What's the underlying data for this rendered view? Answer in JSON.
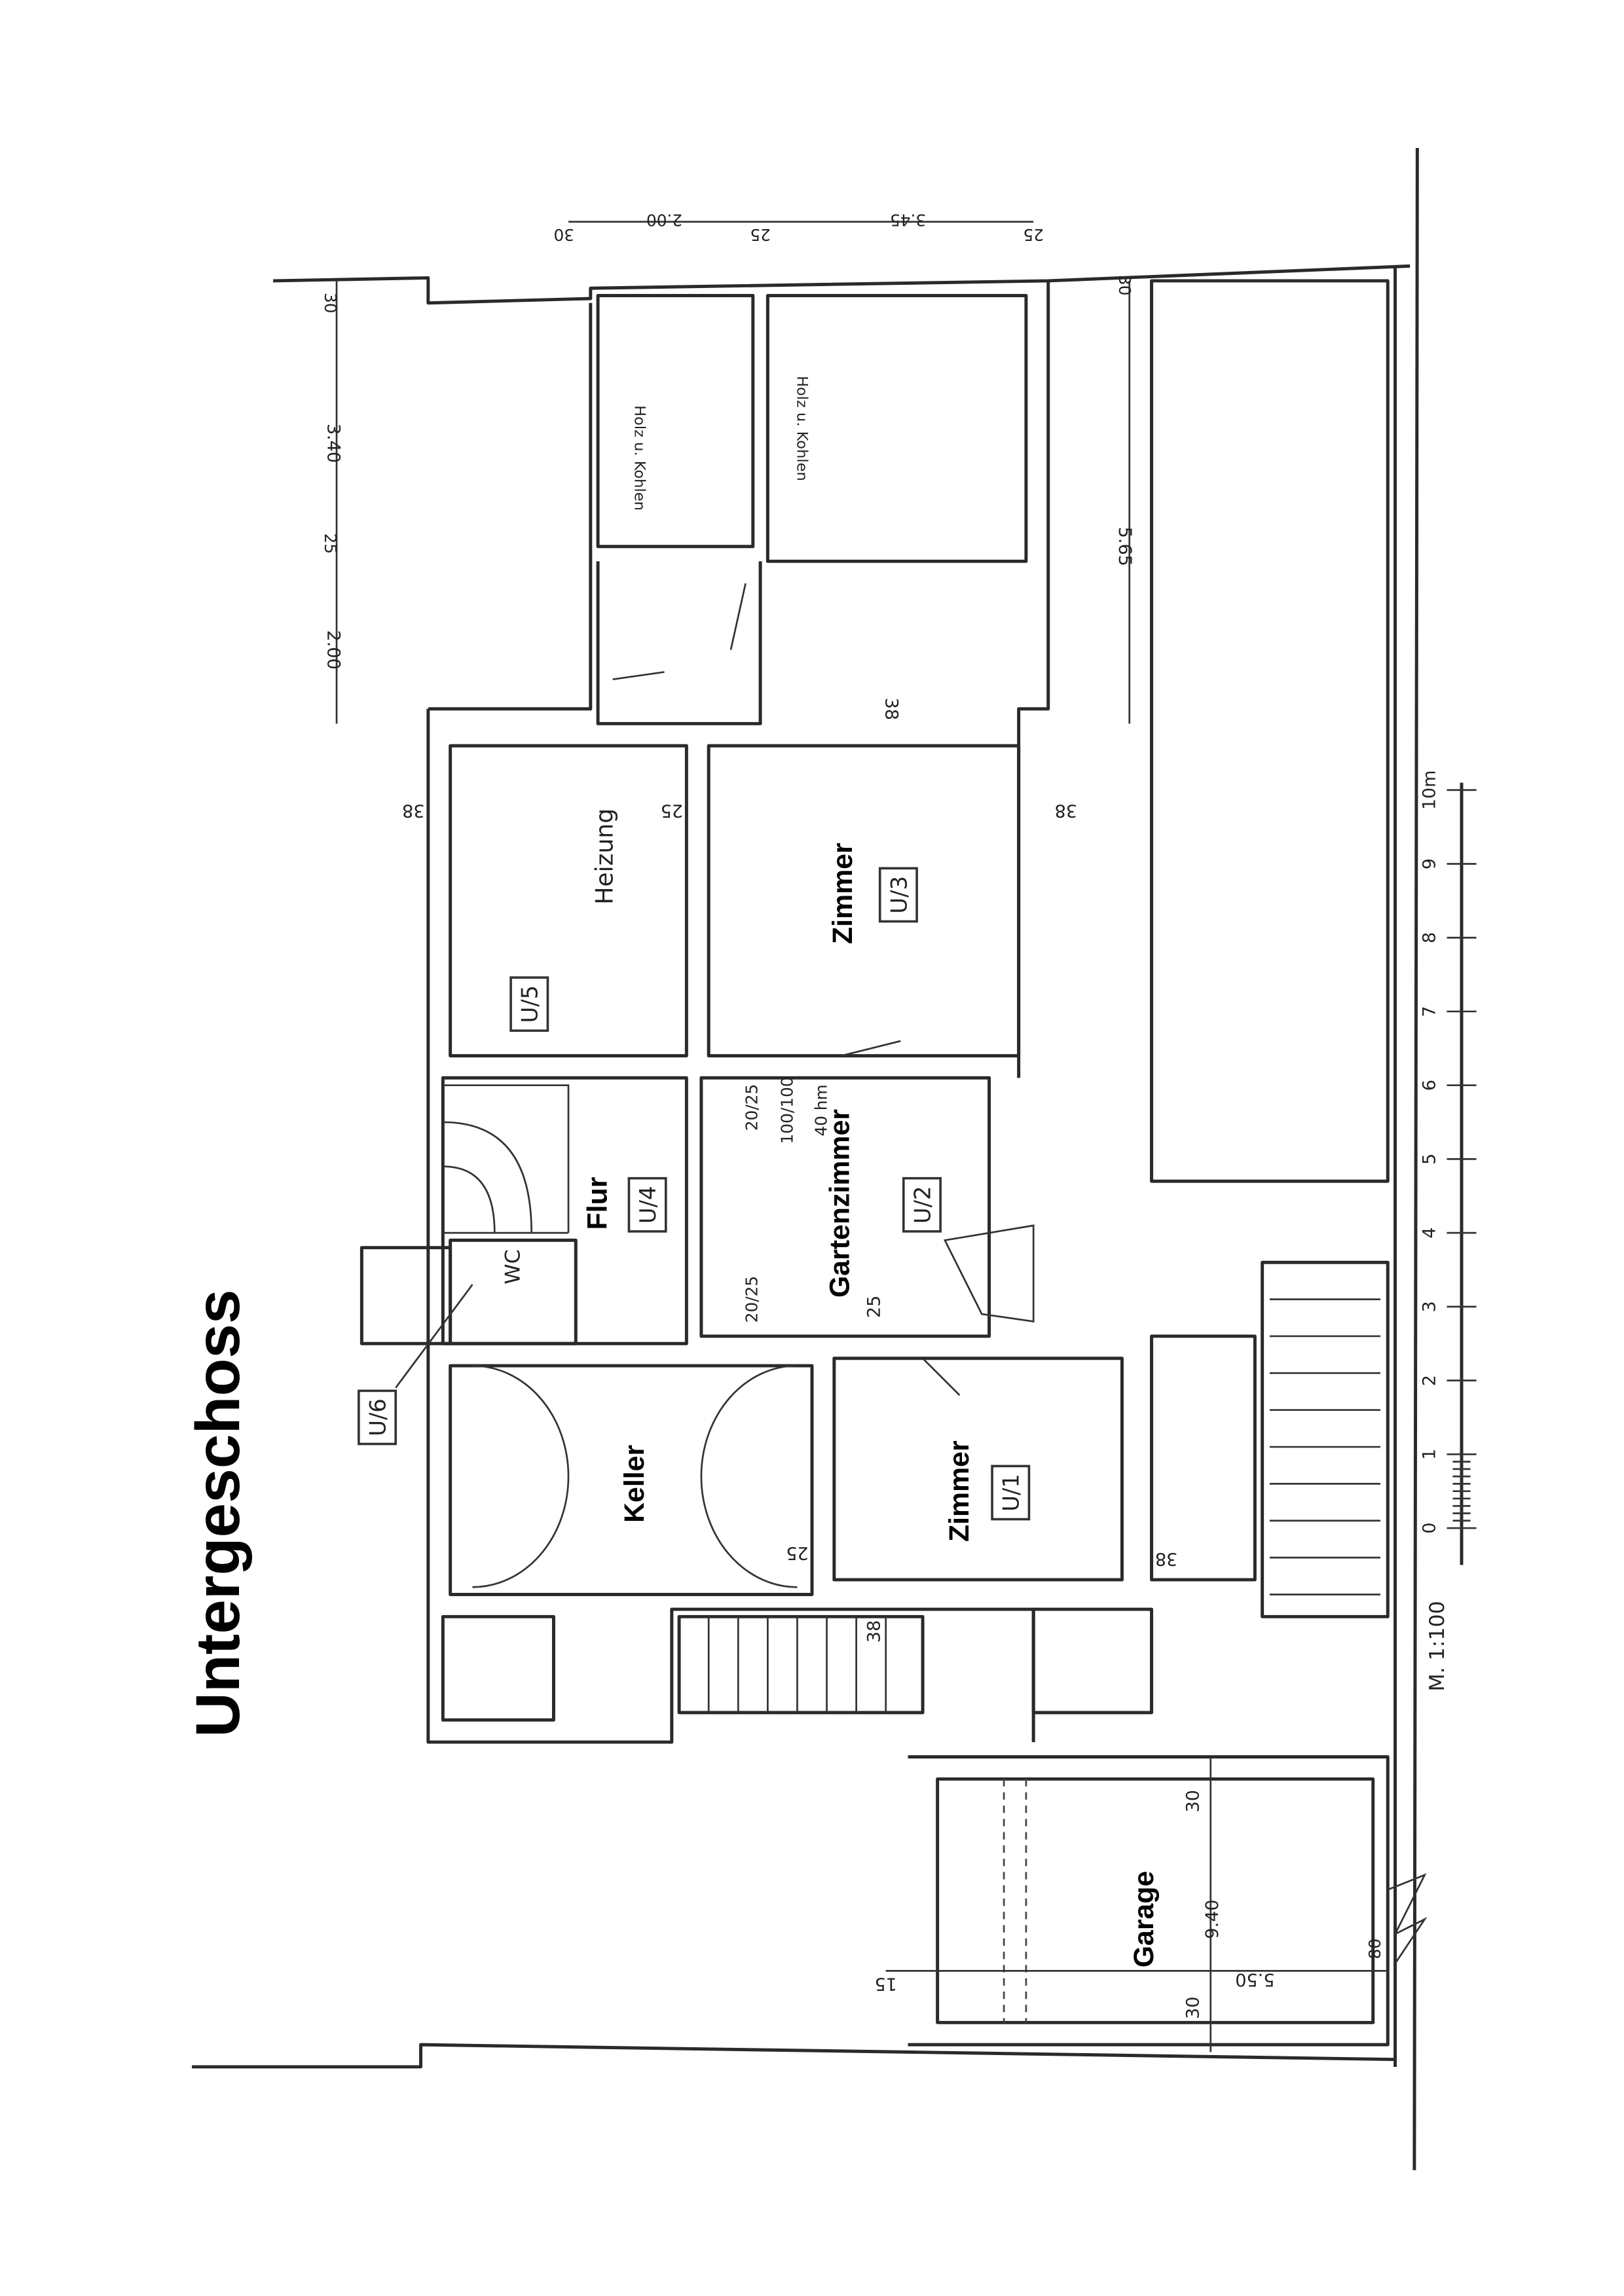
{
  "title": "Untergeschoss",
  "rooms": {
    "zimmer_u3": {
      "name": "Zimmer",
      "code": "U/3"
    },
    "gartenzimmer": {
      "name": "Gartenzimmer",
      "code": "U/2"
    },
    "flur": {
      "name": "Flur",
      "code": "U/4"
    },
    "keller": {
      "name": "Keller"
    },
    "zimmer_u1": {
      "name": "Zimmer",
      "code": "U/1"
    },
    "garage": {
      "name": "Garage"
    },
    "heizung": {
      "name": "Heizung",
      "code": "U/5"
    },
    "wc": {
      "name": "WC",
      "code": "U/6"
    },
    "holz1": {
      "name": "Holz u. Kohlen"
    },
    "holz2": {
      "name": "Holz u. Kohlen"
    }
  },
  "dimensions": {
    "top": [
      "30",
      "2.00",
      "25",
      "3.45",
      "25"
    ],
    "left": [
      "30",
      "3.40",
      "25",
      "2.00"
    ],
    "right": [
      "30",
      "5.65"
    ],
    "walls": [
      "38",
      "25",
      "38",
      "38",
      "25",
      "38",
      "38",
      "25"
    ],
    "openings": [
      "20/25",
      "100/100",
      "40 hm",
      "20/25"
    ],
    "garage": [
      "30",
      "9.40",
      "5.50",
      "30",
      "15",
      "80"
    ]
  },
  "scale": {
    "label": "M. 1:100",
    "ticks": [
      "0",
      "1",
      "2",
      "3",
      "4",
      "5",
      "6",
      "7",
      "8",
      "9",
      "10m"
    ]
  }
}
